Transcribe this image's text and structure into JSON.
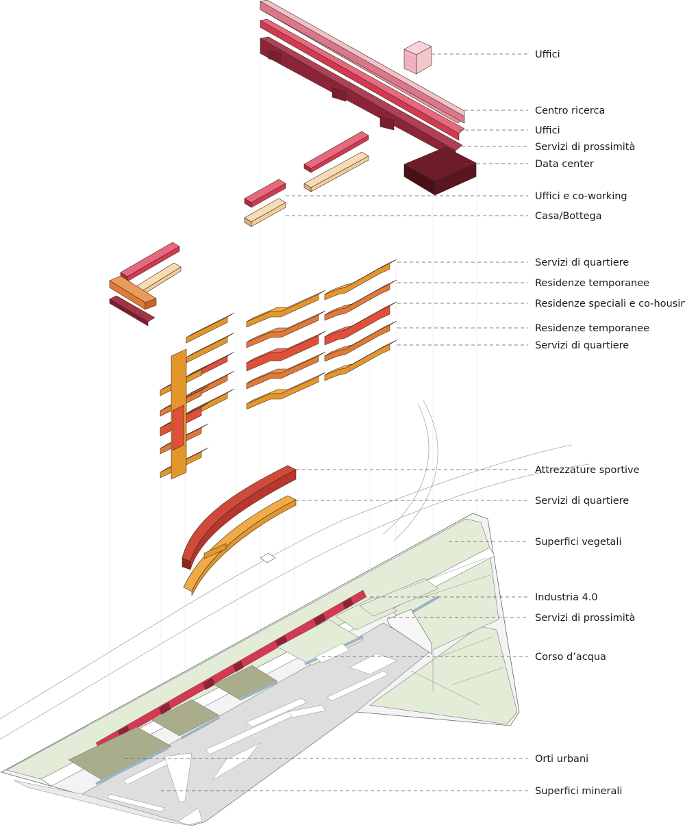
{
  "labels": [
    {
      "key": "uffici_top",
      "text": "Uffici"
    },
    {
      "key": "centro_ricerca",
      "text": "Centro ricerca"
    },
    {
      "key": "uffici_2",
      "text": "Uffici"
    },
    {
      "key": "servizi_prossimita_top",
      "text": "Servizi di prossimità"
    },
    {
      "key": "data_center",
      "text": "Data center"
    },
    {
      "key": "uffici_coworking",
      "text": "Uffici e co-working"
    },
    {
      "key": "casa_bottega",
      "text": "Casa/Bottega"
    },
    {
      "key": "servizi_quartiere_1",
      "text": "Servizi di quartiere"
    },
    {
      "key": "residenze_temporanee_1",
      "text": "Residenze temporanee"
    },
    {
      "key": "residenze_speciali",
      "text": "Residenze speciali e co-housing"
    },
    {
      "key": "residenze_temporanee_2",
      "text": "Residenze temporanee"
    },
    {
      "key": "servizi_quartiere_2",
      "text": "Servizi di quartiere"
    },
    {
      "key": "attrezzature_sportive",
      "text": "Attrezzature sportive"
    },
    {
      "key": "servizi_quartiere_3",
      "text": "Servizi di quartiere"
    },
    {
      "key": "superfici_vegetali",
      "text": "Superfici vegetali"
    },
    {
      "key": "industria_40",
      "text": "Industria 4.0"
    },
    {
      "key": "servizi_prossimita_bottom",
      "text": "Servizi di prossimità"
    },
    {
      "key": "corso_acqua",
      "text": "Corso d’acqua"
    },
    {
      "key": "orti_urbani",
      "text": "Orti urbani"
    },
    {
      "key": "superfici_minerali",
      "text": "Superfici minerali"
    }
  ],
  "colors": {
    "pink_light": "#e8919e",
    "crimson": "#d23a52",
    "maroon": "#8c2438",
    "dark_maroon": "#5a1620",
    "beige": "#f0cc98",
    "orange": "#e3962c",
    "orange_mid": "#e07a38",
    "red_orange": "#df4f3a",
    "brick": "#b8362c",
    "green_light": "#e3ecd7",
    "olive": "#a9ad8c",
    "grey": "#dedede",
    "water": "#9cb3c4"
  }
}
